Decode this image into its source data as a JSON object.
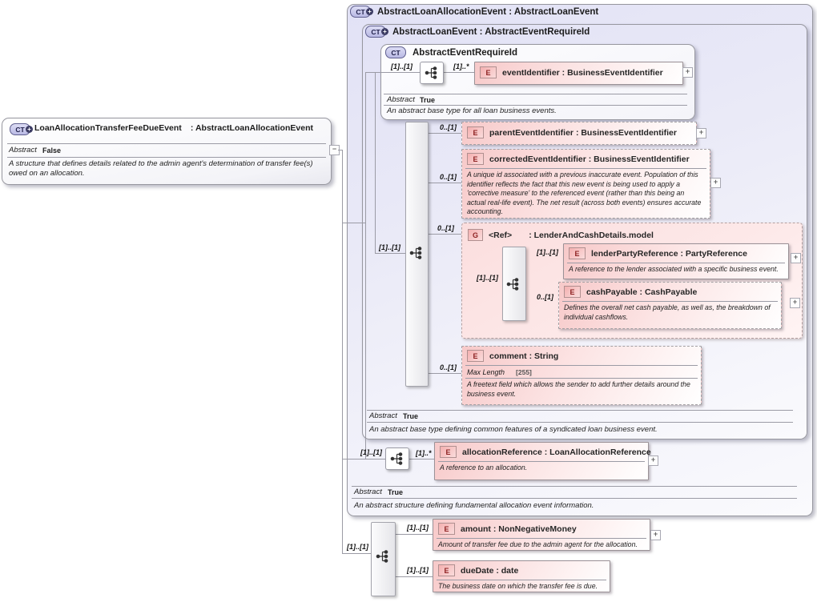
{
  "ui": {
    "ct": "CT",
    "e": "E",
    "g": "G",
    "plus": "+",
    "minus": "−"
  },
  "left_box": {
    "name": "LoanAllocationTransferFeeDueEvent",
    "sep": " : ",
    "base": "AbstractLoanAllocationEvent",
    "abstract_label": "Abstract",
    "abstract_value": "False",
    "description": "A structure that defines details related to the admin agent's determination of transfer fee(s) owed on an allocation."
  },
  "outer_panel": {
    "title": "AbstractLoanAllocationEvent : AbstractLoanEvent",
    "abstract_label": "Abstract",
    "abstract_value": "True",
    "description": "An abstract structure defining fundamental allocation event information."
  },
  "loan_event_panel": {
    "title": "AbstractLoanEvent : AbstractEventRequireId",
    "abstract_label": "Abstract",
    "abstract_value": "True",
    "description": "An abstract base type defining common features of a syndicated loan business event."
  },
  "require_id_panel": {
    "title": "AbstractEventRequireId",
    "abstract_label": "Abstract",
    "abstract_value": "True",
    "description": "An abstract base type for all loan business events.",
    "sequence_card": "[1]..[1]",
    "event_identifier": {
      "card": "[1]..*",
      "title": "eventIdentifier : BusinessEventIdentifier"
    }
  },
  "loan_event_sequence": {
    "card": "[1]..[1]",
    "parent_event_identifier": {
      "card": "0..[1]",
      "title": "parentEventIdentifier : BusinessEventIdentifier"
    },
    "corrected_event_identifier": {
      "card": "0..[1]",
      "title": "correctedEventIdentifier : BusinessEventIdentifier",
      "annotation": "A unique id associated with a previous inaccurate event. Population of this identifier reflects the fact that this new event is being used to apply a 'corrective measure' to the referenced event (rather than this being an actual real-life event). The net result (across both events) ensures accurate accounting."
    },
    "lender_group": {
      "card": "0..[1]",
      "name": "<Ref>",
      "type": ": LenderAndCashDetails.model",
      "sequence_card": "[1]..[1]",
      "lender_party_reference": {
        "card": "[1]..[1]",
        "title": "lenderPartyReference : PartyReference",
        "annotation": "A reference to the lender associated with a specific business event."
      },
      "cash_payable": {
        "card": "0..[1]",
        "title": "cashPayable : CashPayable",
        "annotation": "Defines the overall net cash payable, as well as, the breakdown of individual cashflows."
      }
    },
    "comment": {
      "card": "0..[1]",
      "title": "comment : String",
      "max_length_label": "Max Length",
      "max_length_value": "[255]",
      "annotation": "A freetext field which allows the sender to add further details around the business event."
    }
  },
  "allocation_sequence": {
    "card": "[1]..[1]",
    "allocation_reference": {
      "card": "[1]..*",
      "title": "allocationReference : LoanAllocationReference",
      "annotation": "A reference to an allocation."
    }
  },
  "local_sequence": {
    "card": "[1]..[1]",
    "amount": {
      "card": "[1]..[1]",
      "title": "amount : NonNegativeMoney",
      "annotation": "Amount of transfer fee due to the admin agent for the allocation."
    },
    "due_date": {
      "card": "[1]..[1]",
      "title": "dueDate : date",
      "annotation": "The business date on which the transfer fee is due."
    }
  }
}
